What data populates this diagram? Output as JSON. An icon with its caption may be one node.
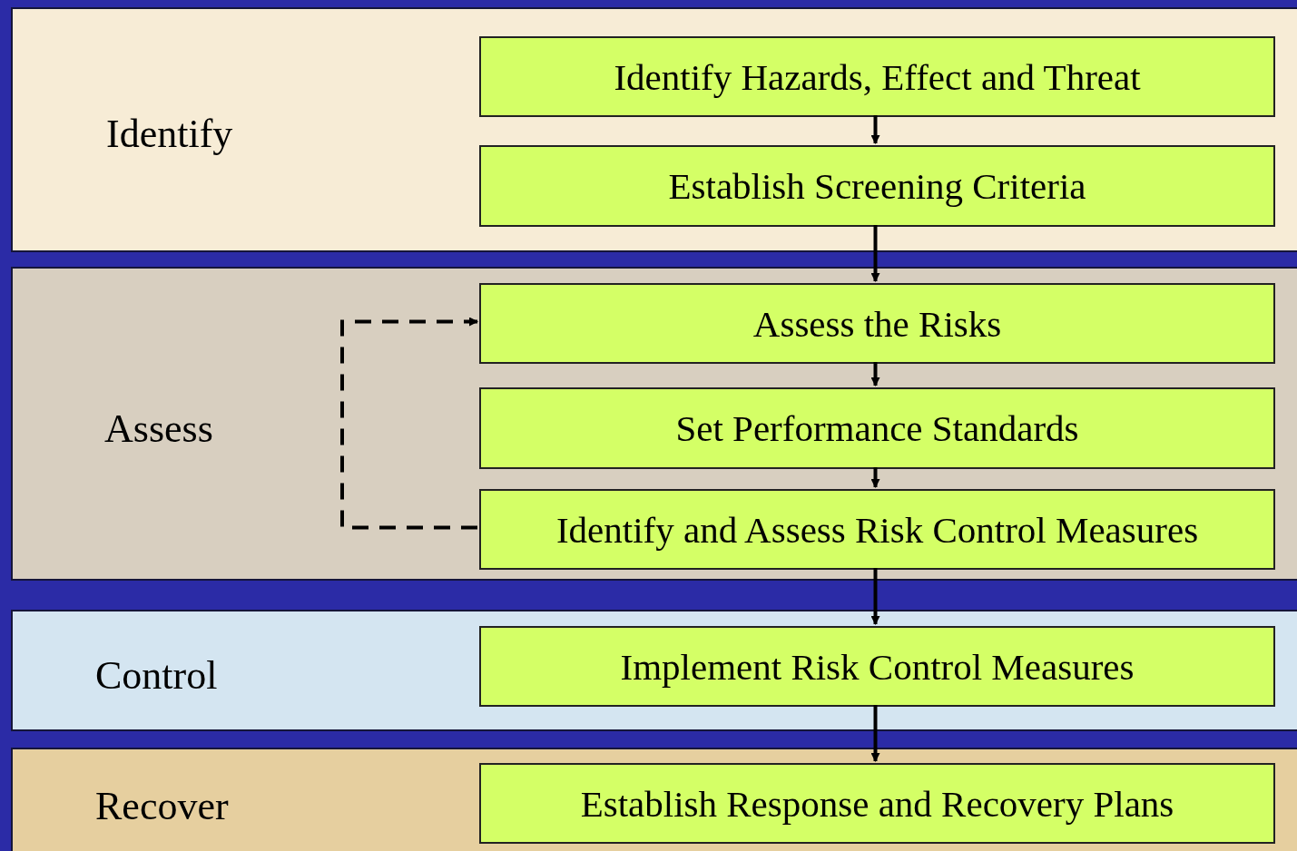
{
  "diagram": {
    "nodes": [
      {
        "text": [
          "Identify"
        ]
      },
      {
        "text": [
          "Identify Hazards, Effect and Threat"
        ],
        "in": 0
      },
      {
        "text": [
          "Establish Screening Criteria"
        ],
        "in": 0
      },
      {
        "text": [
          "Assess"
        ]
      },
      {
        "text": [
          "Assess the Risks"
        ],
        "in": 3
      },
      {
        "text": [
          "Set Performance Standards"
        ],
        "in": 3
      },
      {
        "text": [
          "Identify and Assess Risk Control Measures"
        ],
        "in": 3
      },
      {
        "text": [
          "Control"
        ]
      },
      {
        "text": [
          "Implement Risk Control Measures"
        ],
        "in": 7
      },
      {
        "text": [
          "Recover"
        ]
      },
      {
        "text": [
          "Establish Response and Recovery Plans"
        ],
        "in": 9
      }
    ],
    "edges": [
      {
        "from": 1,
        "to": 2,
        "arrow": "to"
      },
      {
        "from": 2,
        "to": 4,
        "arrow": "to"
      },
      {
        "from": 4,
        "to": 5,
        "arrow": "to"
      },
      {
        "from": 5,
        "to": 6,
        "arrow": "to"
      },
      {
        "from": 6,
        "to": 4,
        "arrow": "to",
        "style": "dashed"
      },
      {
        "from": 6,
        "to": 8,
        "arrow": "to"
      },
      {
        "from": 8,
        "to": 10,
        "arrow": "to"
      }
    ]
  }
}
